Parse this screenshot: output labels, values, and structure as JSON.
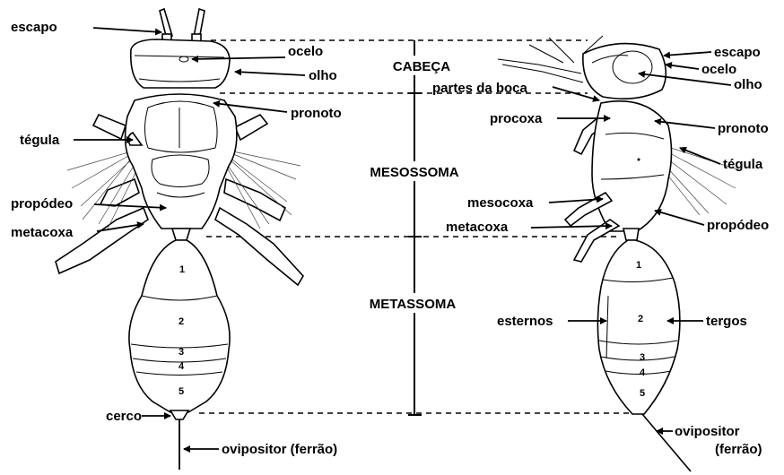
{
  "regions": {
    "head": "CABEÇA",
    "mesosoma": "MESOSSOMA",
    "metasoma": "METASSOMA"
  },
  "dorsal_labels": {
    "escapo": "escapo",
    "ocelo": "ocelo",
    "olho": "olho",
    "pronoto": "pronoto",
    "tegula": "tégula",
    "propodeo": "propódeo",
    "metacoxa": "metacoxa",
    "cerco": "cerco",
    "ovipositor": "ovipositor (ferrão)"
  },
  "lateral_labels": {
    "escapo": "escapo",
    "ocelo": "ocelo",
    "olho": "olho",
    "partes_boca": "partes da boca",
    "procoxa": "procoxa",
    "pronoto": "pronoto",
    "tegula": "tégula",
    "mesocoxa": "mesocoxa",
    "metacoxa": "metacoxa",
    "propodeo": "propódeo",
    "esternos": "esternos",
    "tergos": "tergos",
    "ovipositor_1": "ovipositor",
    "ovipositor_2": "(ferrão)"
  },
  "segments": [
    "1",
    "2",
    "3",
    "4",
    "5"
  ]
}
